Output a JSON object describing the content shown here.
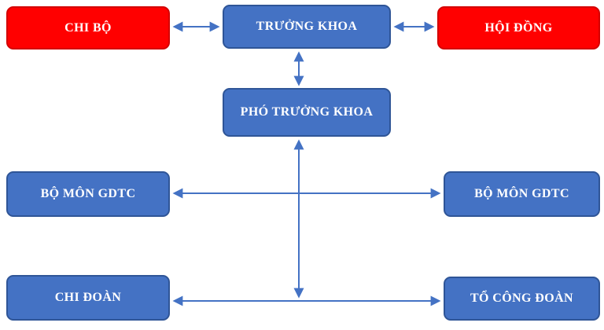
{
  "diagram": {
    "type": "org-chart",
    "nodes": [
      {
        "id": "chi-bo",
        "label": "CHI BỘ",
        "fill": "#FF0000"
      },
      {
        "id": "truong-khoa",
        "label": "TRƯỞNG KHOA",
        "fill": "#4472C4"
      },
      {
        "id": "hoi-dong",
        "label": "HỘI ĐỒNG",
        "fill": "#FF0000"
      },
      {
        "id": "pho-truong-khoa",
        "label": "PHÓ TRƯỞNG KHOA",
        "fill": "#4472C4"
      },
      {
        "id": "bo-mon-gdtc-left",
        "label": "BỘ MÔN GDTC",
        "fill": "#4472C4"
      },
      {
        "id": "bo-mon-gdtc-right",
        "label": "BỘ MÔN GDTC",
        "fill": "#4472C4"
      },
      {
        "id": "chi-doan",
        "label": "CHI ĐOÀN",
        "fill": "#4472C4"
      },
      {
        "id": "to-cong-doan",
        "label": "TỔ CÔNG ĐOÀN",
        "fill": "#4472C4"
      }
    ],
    "edges": [
      {
        "from": "chi-bo",
        "to": "truong-khoa",
        "style": "double-headed-arrow"
      },
      {
        "from": "truong-khoa",
        "to": "hoi-dong",
        "style": "double-headed-arrow"
      },
      {
        "from": "truong-khoa",
        "to": "pho-truong-khoa",
        "style": "double-headed-arrow"
      },
      {
        "from": "pho-truong-khoa",
        "to": "bottom-row",
        "style": "double-headed-arrow"
      },
      {
        "from": "bo-mon-gdtc-left",
        "to": "bo-mon-gdtc-right",
        "style": "double-headed-arrow"
      },
      {
        "from": "chi-doan",
        "to": "to-cong-doan",
        "style": "double-headed-arrow"
      }
    ],
    "colors": {
      "blue_fill": "#4472C4",
      "blue_border": "#2F5597",
      "red_fill": "#FF0000",
      "red_border": "#D40000",
      "arrow": "#4472C4",
      "label_text": "#FFFFFF",
      "background": "#FFFFFF"
    }
  }
}
